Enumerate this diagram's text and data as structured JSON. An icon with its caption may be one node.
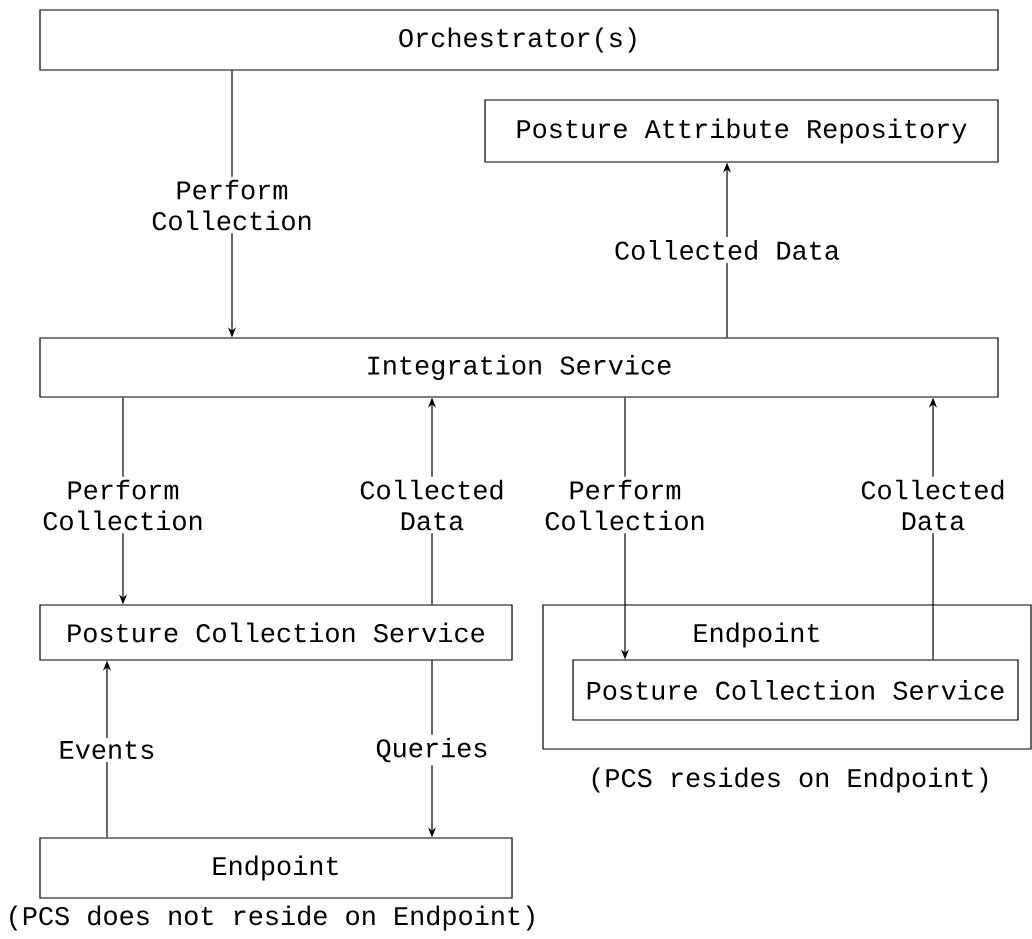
{
  "diagram": {
    "nodes": [
      {
        "text": [
          "Orchestrator(s)"
        ]
      },
      {
        "text": [
          "Posture Attribute Repository"
        ]
      },
      {
        "text": [
          "Integration Service"
        ]
      },
      {
        "text": [
          "Posture Collection Service"
        ]
      },
      {
        "text": [
          "Endpoint"
        ],
        "beside": [
          "(PCS does not reside on Endpoint)"
        ]
      },
      {
        "text": [
          "Endpoint"
        ],
        "beside": [
          "(PCS resides on Endpoint)"
        ]
      },
      {
        "text": [
          "Posture Collection Service"
        ],
        "in": 5
      }
    ],
    "edges": [
      {
        "from": 0,
        "to": 2,
        "arrow": "to",
        "label": "Perform Collection"
      },
      {
        "from": 2,
        "to": 1,
        "arrow": "to",
        "label": "Collected Data"
      },
      {
        "from": 2,
        "to": 3,
        "arrow": "to",
        "label": "Perform Collection"
      },
      {
        "from": 3,
        "to": 2,
        "arrow": "to",
        "label": "Collected Data"
      },
      {
        "from": 2,
        "to": 6,
        "arrow": "to",
        "label": "Perform Collection"
      },
      {
        "from": 6,
        "to": 2,
        "arrow": "to",
        "label": "Collected Data"
      },
      {
        "from": 4,
        "to": 3,
        "arrow": "to",
        "label": "Events"
      },
      {
        "from": 3,
        "to": 4,
        "arrow": "to",
        "label": "Queries"
      }
    ]
  }
}
